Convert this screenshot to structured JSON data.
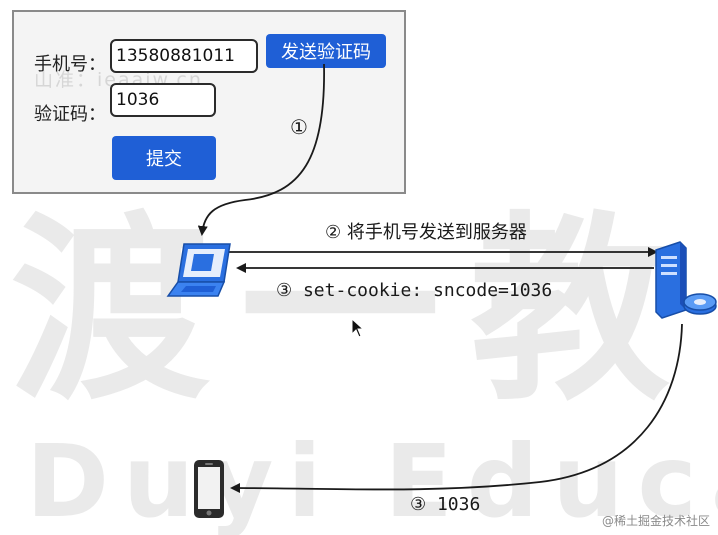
{
  "watermark": {
    "chinese": "渡一教",
    "english": "Duyi Educati",
    "faint_form_text": "山准：ieaaiw.cn"
  },
  "form": {
    "phone_label": "手机号：",
    "phone_value": "13580881011",
    "send_button": "发送验证码",
    "code_label": "验证码：",
    "code_value": "1036",
    "submit_button": "提交"
  },
  "steps": {
    "step1": "①",
    "step2": "②  将手机号发送到服务器",
    "step3_cookie": "③  set-cookie: sncode=1036",
    "step3_sms": "③  1036"
  },
  "icons": {
    "client": "laptop-icon",
    "server": "server-icon",
    "phone": "mobile-phone-icon",
    "cursor": "mouse-cursor-icon"
  },
  "colors": {
    "button_blue": "#1f5fd6",
    "device_blue": "#2a6fe0",
    "arrow": "#1a1a1a"
  },
  "footer": {
    "credit": "@稀土掘金技术社区"
  }
}
